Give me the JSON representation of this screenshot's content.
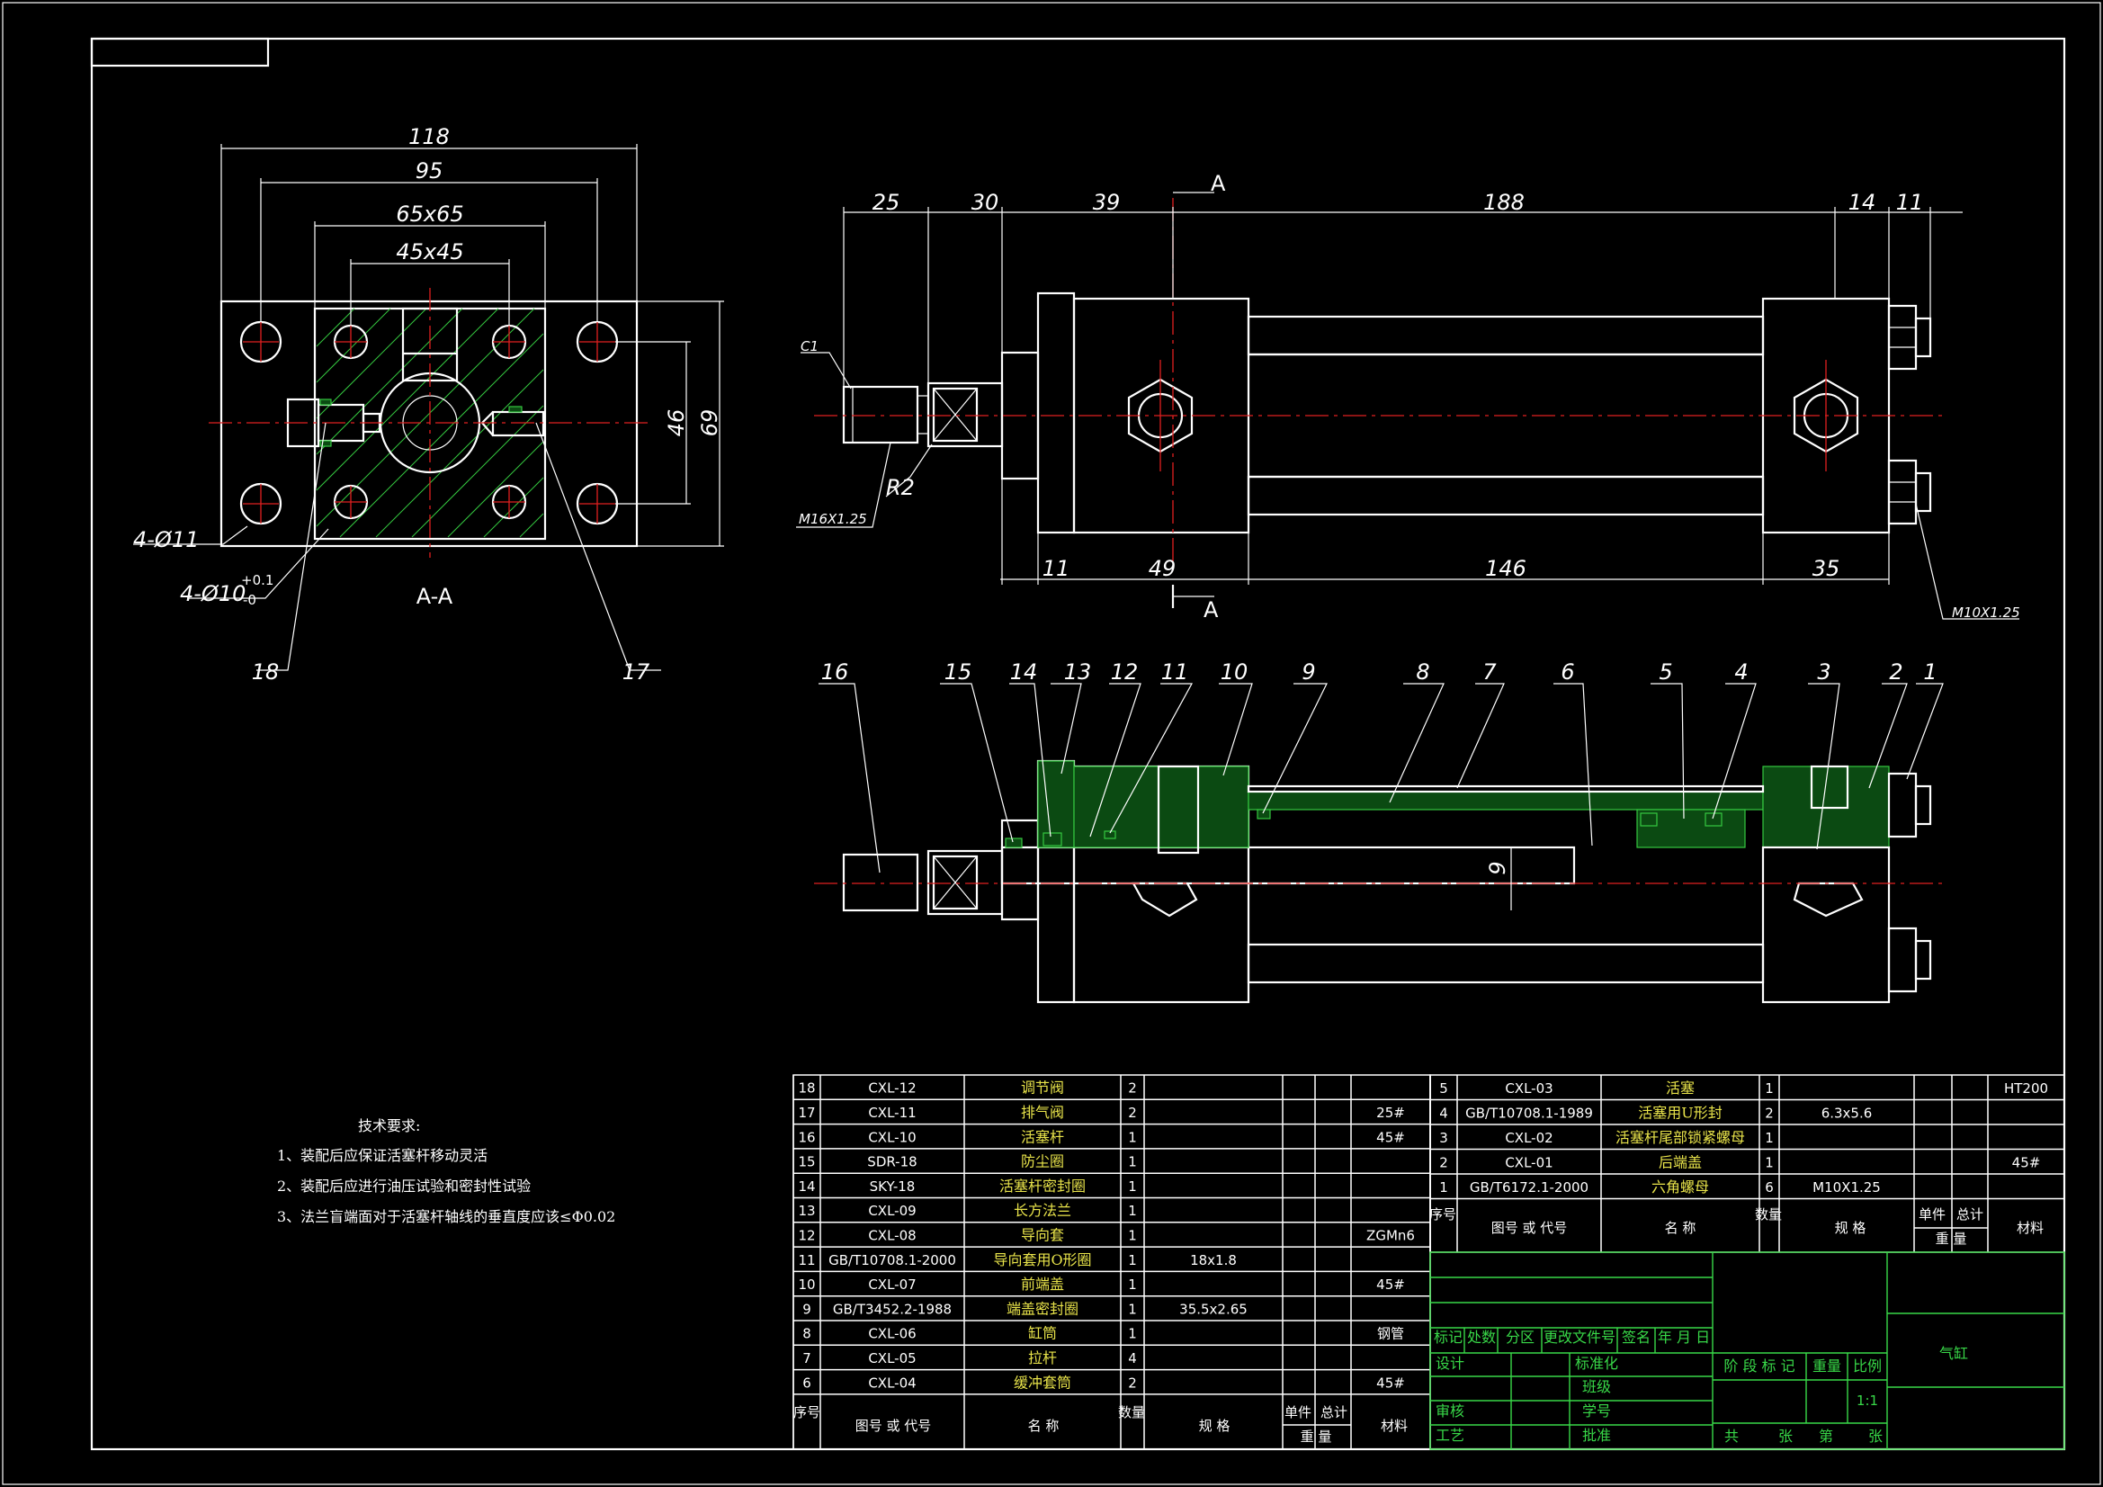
{
  "section_view": {
    "label": "A-A",
    "dims": {
      "d118": "118",
      "d95": "95",
      "d65": "65x65",
      "d45": "45x45",
      "d46": "46",
      "d69": "69"
    },
    "callouts": {
      "holes11": "4-Ø11",
      "holes10": "4-Ø10",
      "tol_up": "+0.1",
      "tol_dn": "-0",
      "n18": "18",
      "n17": "17"
    }
  },
  "front_view": {
    "dims": {
      "d25": "25",
      "d30": "30",
      "d39": "39",
      "d188": "188",
      "d14": "14",
      "d11": "11",
      "b11": "11",
      "b49": "49",
      "b146": "146",
      "b35": "35"
    },
    "labels": {
      "c1": "C1",
      "r2": "R2",
      "m16": "M16X1.25",
      "m10": "M10X1.25",
      "secA_top": "A",
      "secA_bot": "A"
    }
  },
  "assembly_view": {
    "balloons": [
      "16",
      "15",
      "14",
      "13",
      "12",
      "11",
      "10",
      "9",
      "8",
      "7",
      "6",
      "5",
      "4",
      "3",
      "2",
      "1"
    ],
    "dim9": "9"
  },
  "tech_requirements": {
    "title": "技术要求:",
    "items": [
      "1、装配后应保证活塞杆移动灵活",
      "2、装配后应进行油压试验和密封性试验",
      "3、法兰盲端面对于活塞杆轴线的垂直度应该≤Φ0.02"
    ]
  },
  "bom_left": [
    {
      "no": "18",
      "code": "CXL-12",
      "name": "调节阀",
      "qty": "2",
      "spec": "",
      "mat": ""
    },
    {
      "no": "17",
      "code": "CXL-11",
      "name": "排气阀",
      "qty": "2",
      "spec": "",
      "mat": "25#"
    },
    {
      "no": "16",
      "code": "CXL-10",
      "name": "活塞杆",
      "qty": "1",
      "spec": "",
      "mat": "45#"
    },
    {
      "no": "15",
      "code": "SDR-18",
      "name": "防尘圈",
      "qty": "1",
      "spec": "",
      "mat": ""
    },
    {
      "no": "14",
      "code": "SKY-18",
      "name": "活塞杆密封圈",
      "qty": "1",
      "spec": "",
      "mat": ""
    },
    {
      "no": "13",
      "code": "CXL-09",
      "name": "长方法兰",
      "qty": "1",
      "spec": "",
      "mat": ""
    },
    {
      "no": "12",
      "code": "CXL-08",
      "name": "导向套",
      "qty": "1",
      "spec": "",
      "mat": "ZGMn6"
    },
    {
      "no": "11",
      "code": "GB/T10708.1-2000",
      "name": "导向套用O形圈",
      "qty": "1",
      "spec": "18x1.8",
      "mat": ""
    },
    {
      "no": "10",
      "code": "CXL-07",
      "name": "前端盖",
      "qty": "1",
      "spec": "",
      "mat": "45#"
    },
    {
      "no": "9",
      "code": "GB/T3452.2-1988",
      "name": "端盖密封圈",
      "qty": "1",
      "spec": "35.5x2.65",
      "mat": ""
    },
    {
      "no": "8",
      "code": "CXL-06",
      "name": "缸筒",
      "qty": "1",
      "spec": "",
      "mat": "钢管"
    },
    {
      "no": "7",
      "code": "CXL-05",
      "name": "拉杆",
      "qty": "4",
      "spec": "",
      "mat": ""
    },
    {
      "no": "6",
      "code": "CXL-04",
      "name": "缓冲套筒",
      "qty": "2",
      "spec": "",
      "mat": "45#"
    }
  ],
  "bom_left_header": {
    "no": "序号",
    "code": "图号 或 代号",
    "name": "名 称",
    "qty": "数量",
    "spec": "规 格",
    "unit": "单件",
    "total": "总计",
    "weight": "重 量",
    "mat": "材料"
  },
  "bom_right": [
    {
      "no": "5",
      "code": "CXL-03",
      "name": "活塞",
      "qty": "1",
      "spec": "",
      "mat": "HT200"
    },
    {
      "no": "4",
      "code": "GB/T10708.1-1989",
      "name": "活塞用U形封",
      "qty": "2",
      "spec": "6.3x5.6",
      "mat": ""
    },
    {
      "no": "3",
      "code": "CXL-02",
      "name": "活塞杆尾部锁紧螺母",
      "qty": "1",
      "spec": "",
      "mat": ""
    },
    {
      "no": "2",
      "code": "CXL-01",
      "name": "后端盖",
      "qty": "1",
      "spec": "",
      "mat": "45#"
    },
    {
      "no": "1",
      "code": "GB/T6172.1-2000",
      "name": "六角螺母",
      "qty": "6",
      "spec": "M10X1.25",
      "mat": ""
    }
  ],
  "title_block": {
    "row1": [
      "标记",
      "处数",
      "分区",
      "更改文件号",
      "签名",
      "年 月 日"
    ],
    "design": "设计",
    "standard": "标准化",
    "review": "审核",
    "craft": "工艺",
    "approve": "批准",
    "class": "班级",
    "student_no": "学号",
    "stage": "阶 段 标 记",
    "weight": "重量",
    "scale": "比例",
    "scale_val": "1:1",
    "sheets": [
      "共",
      "张",
      "第",
      "张"
    ],
    "title": "气缸"
  }
}
